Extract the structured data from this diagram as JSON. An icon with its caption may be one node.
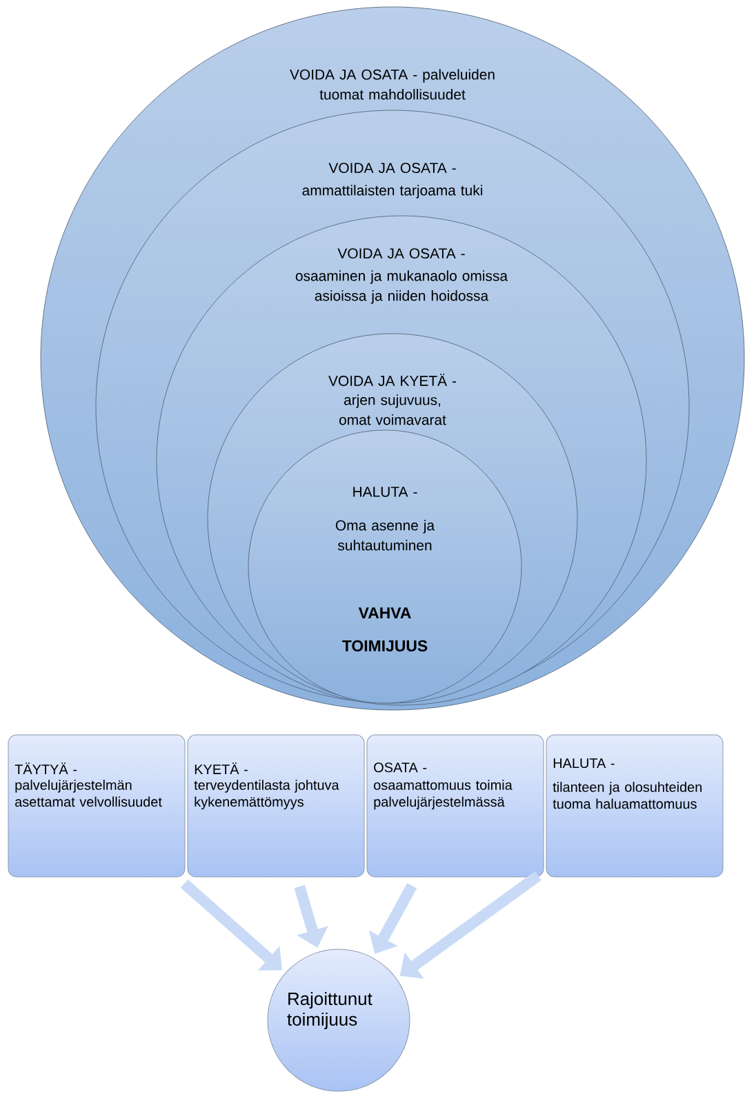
{
  "diagram": {
    "nodes": [
      {
        "text": [
          "VOIDA JA OSATA - palveluiden tuomat mahdollisuudet"
        ]
      },
      {
        "text": [
          "VOIDA JA OSATA -",
          "ammattilaisten tarjoama tuki"
        ],
        "in": 0
      },
      {
        "text": [
          "VOIDA JA OSATA -",
          "osaaminen ja mukanaolo omissa asioissa ja niiden hoidossa"
        ],
        "in": 1
      },
      {
        "text": [
          "VOIDA JA KYETÄ -",
          "arjen sujuvuus, omat voimavarat"
        ],
        "in": 2
      },
      {
        "text": [
          "HALUTA -",
          "Oma asenne ja suhtautuminen",
          "VAHVA TOIMIJUUS"
        ],
        "in": 3
      },
      {
        "text": [
          "TÄYTYÄ -",
          "palvelujärjestelmän asettamat velvollisuudet"
        ]
      },
      {
        "text": [
          "KYETÄ -",
          "terveydentilasta johtuva kykenemättömyys"
        ]
      },
      {
        "text": [
          "OSATA -",
          "osaamattomuus toimia palvelujärjestelmässä"
        ]
      },
      {
        "text": [
          "HALUTA -",
          "tilanteen ja olosuhteiden tuoma haluamattomuus"
        ]
      },
      {
        "text": [
          "Rajoittunut toimijuus"
        ]
      }
    ],
    "edges": [
      {
        "from": 5,
        "to": 9,
        "arrow": "to"
      },
      {
        "from": 6,
        "to": 9,
        "arrow": "to"
      },
      {
        "from": 7,
        "to": 9,
        "arrow": "to"
      },
      {
        "from": 8,
        "to": 9,
        "arrow": "to"
      }
    ]
  }
}
